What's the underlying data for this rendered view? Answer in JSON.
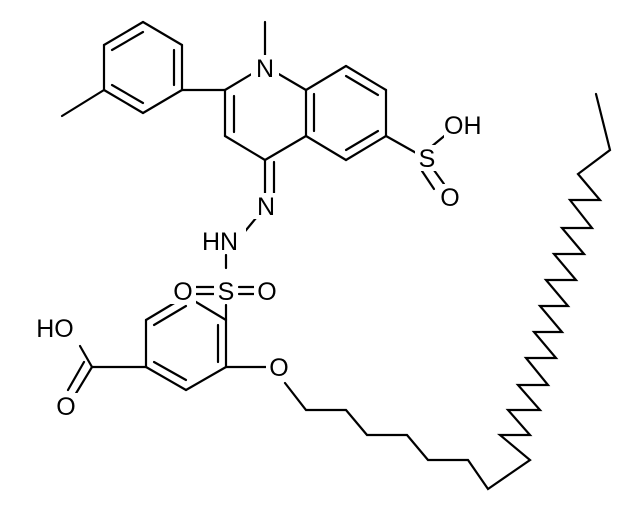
{
  "structure": {
    "labels": {
      "n_methyl": "N",
      "sulfonic_oh": "OH",
      "sulfonic_s": "S",
      "sulfonic_o": "O",
      "hydrazone_n": "N",
      "hydrazine_nh": "HN",
      "sulfonyl_s": "S",
      "sulfonyl_o_left": "O",
      "sulfonyl_o_right": "O",
      "acid_ho": "HO",
      "acid_o": "O",
      "ether_o": "O"
    }
  },
  "colors": {
    "ink": "#000000",
    "background": "#ffffff"
  }
}
